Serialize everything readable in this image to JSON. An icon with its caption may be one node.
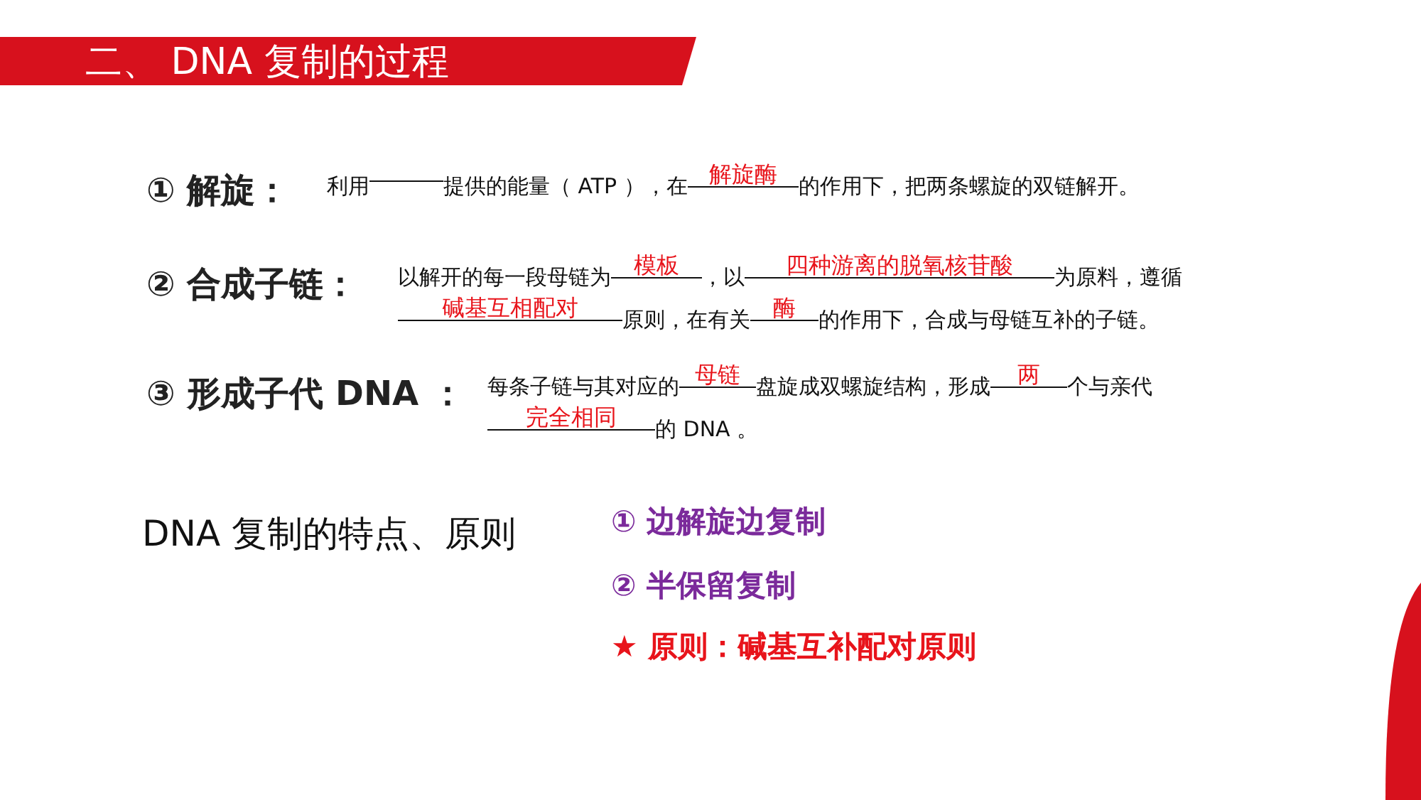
{
  "diagram": {
    "title": "二、 DNA 复制的过程",
    "labels": [
      "① 解旋：",
      "利用",
      "提供的能量（ ATP ），在",
      "解旋酶",
      "的作用下，把两条螺旋的双链解开。",
      "② 合成子链：",
      "以解开的每一段母链为",
      "模板",
      "，以",
      "四种游离的脱氧核苷酸",
      "为原料，遵循",
      "碱基互相配对",
      "原则，在有关",
      "酶",
      "的作用下，合成与母链互补的子链。",
      "③ 形成子代 DNA ：",
      "每条子链与其对应的",
      "母链",
      "盘旋成双螺旋结构，形成",
      "两",
      "个与亲代",
      "完全相同",
      "的 DNA 。",
      "DNA 复制的特点、原则",
      "① 边解旋边复制",
      "② 半保留复制",
      "★ 原则：碱基互补配对原则"
    ]
  }
}
